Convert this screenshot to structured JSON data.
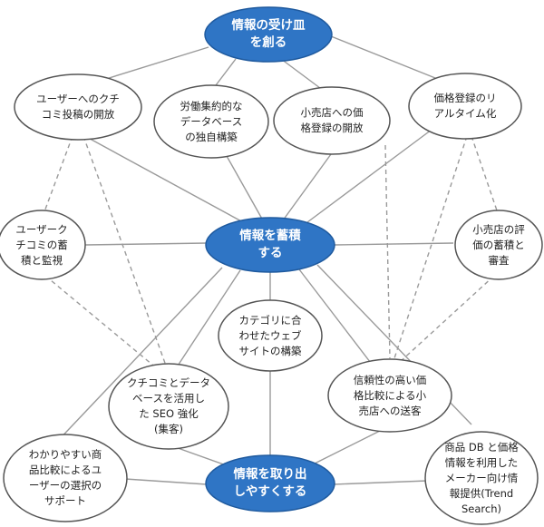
{
  "colors": {
    "hub_fill": "#2f75c5",
    "hub_stroke": "#1f5a9e",
    "hub_text": "#ffffff",
    "node_fill": "#ffffff",
    "node_stroke": "#555555",
    "node_text": "#222222",
    "edge": "#9a9a9a"
  },
  "hubs": {
    "hub_create": {
      "label": "情報の受け皿\nを創る"
    },
    "hub_accumulate": {
      "label": "情報を蓄積\nする"
    },
    "hub_retrieve": {
      "label": "情報を取り出\nしやすくする"
    }
  },
  "nodes": {
    "user_review_open": {
      "label": "ユーザーへのクチ\nコミ投稿の開放"
    },
    "labor_db": {
      "label": "労働集約的な\nデータベース\nの独自構築"
    },
    "store_price_open": {
      "label": "小売店への価\n格登録の開放"
    },
    "realtime_price": {
      "label": "価格登録のリ\nアルタイム化"
    },
    "user_review_monitor": {
      "label": "ユーザーク\nチコミの蓄\n積と監視"
    },
    "store_review": {
      "label": "小売店の評\n価の蓄積と\n審査"
    },
    "category_site": {
      "label": "カテゴリに合\nわせたウェブ\nサイトの構築"
    },
    "seo": {
      "label": "クチコミとデータ\nベースを活用し\nた SEO 強化\n(集客)"
    },
    "reliable_compare": {
      "label": "信頼性の高い価\n格比較による小\n売店への送客"
    },
    "easy_compare": {
      "label": "わかりやすい商\n品比較によるユ\nーザーの選択の\nサポート"
    },
    "maker_info": {
      "label": "商品 DB と価格\n情報を利用した\nメーカー向け情\n報提供(Trend\nSearch)"
    }
  }
}
